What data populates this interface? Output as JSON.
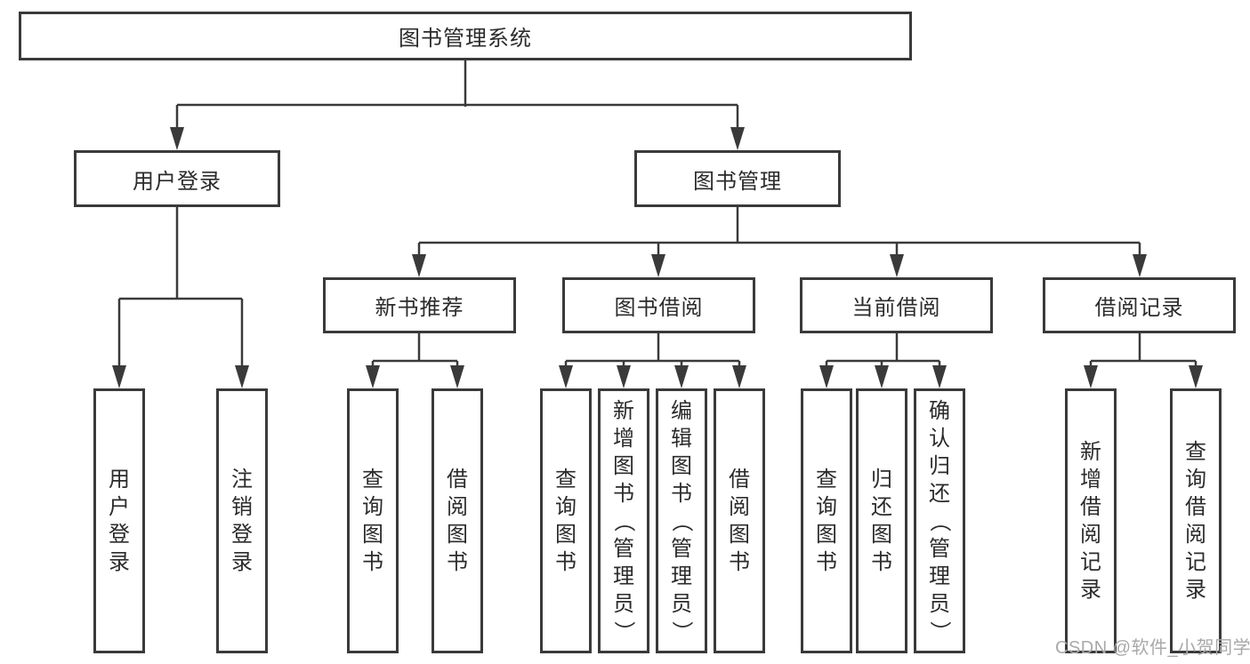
{
  "tree": {
    "root": {
      "label": "图书管理系统"
    },
    "level2": [
      {
        "label": "用户登录",
        "children": [
          {
            "label": "用户登录"
          },
          {
            "label": "注销登录"
          }
        ]
      },
      {
        "label": "图书管理",
        "children": [
          {
            "label": "新书推荐",
            "children": [
              {
                "label": "查询图书"
              },
              {
                "label": "借阅图书"
              }
            ]
          },
          {
            "label": "图书借阅",
            "children": [
              {
                "label": "查询图书"
              },
              {
                "label": "新增图书（管理员）"
              },
              {
                "label": "编辑图书（管理员）"
              },
              {
                "label": "借阅图书"
              }
            ]
          },
          {
            "label": "当前借阅",
            "children": [
              {
                "label": "查询图书"
              },
              {
                "label": "归还图书"
              },
              {
                "label": "确认归还（管理员）"
              }
            ]
          },
          {
            "label": "借阅记录",
            "children": [
              {
                "label": "新增借阅记录"
              },
              {
                "label": "查询借阅记录"
              }
            ]
          }
        ]
      }
    ]
  },
  "watermark": {
    "text": "CSDN @软件_小贺同学"
  },
  "colors": {
    "line": "#3a3a3a",
    "box_fill": "#ffffff",
    "text": "#2b2b2b",
    "watermark": "#a9a9a9"
  }
}
